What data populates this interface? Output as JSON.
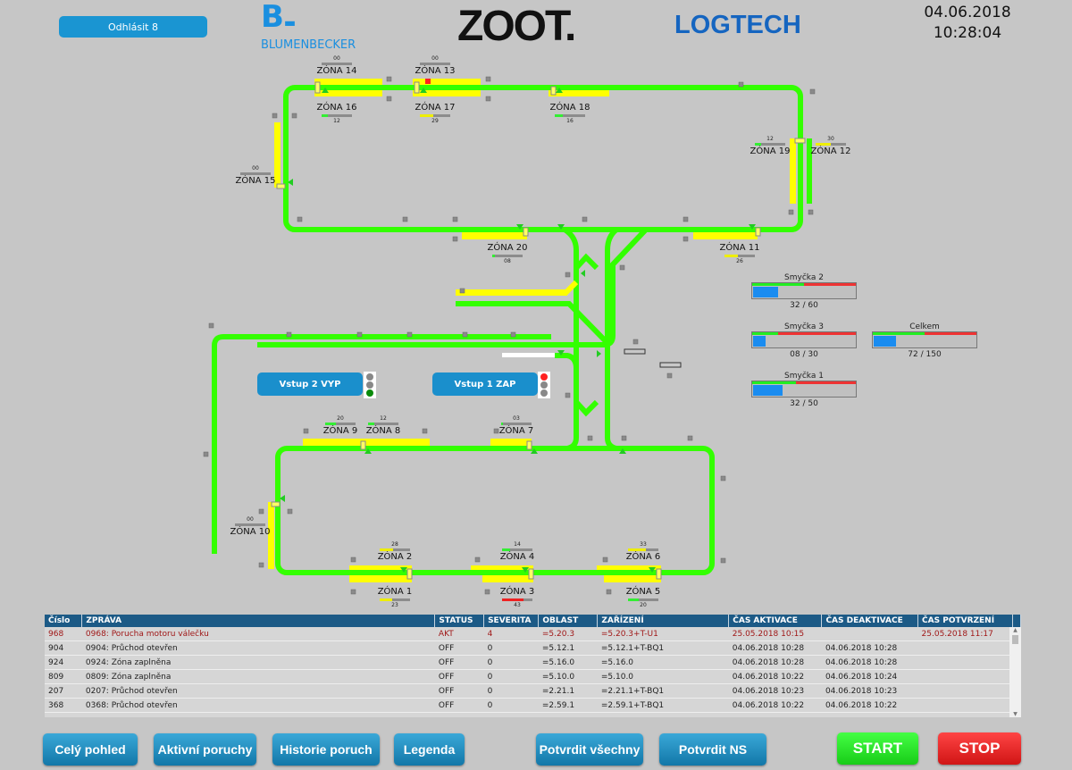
{
  "header": {
    "logout_label": "Odhlásit 8",
    "logos": [
      "BLUMENBECKER",
      "ZOOT.",
      "LOGTECH"
    ],
    "date": "04.06.2018",
    "time": "10:28:04"
  },
  "colors": {
    "track": "#33ff00",
    "zone": "#ffff00",
    "accent": "#1a8fcc",
    "start": "#22dd22",
    "stop": "#e02020"
  },
  "zones": [
    {
      "name": "ZÓNA 14",
      "count": "00",
      "fill": 0,
      "color": "#33ee33"
    },
    {
      "name": "ZÓNA 13",
      "count": "00",
      "fill": 0,
      "color": "#33ee33"
    },
    {
      "name": "ZÓNA 16",
      "count": "12",
      "fill": 0.2,
      "color": "#33ee33"
    },
    {
      "name": "ZÓNA 17",
      "count": "29",
      "fill": 0.45,
      "color": "#eeee00"
    },
    {
      "name": "ZÓNA 18",
      "count": "16",
      "fill": 0.25,
      "color": "#33ee33"
    },
    {
      "name": "ZÓNA 15",
      "count": "00",
      "fill": 0,
      "color": "#33ee33"
    },
    {
      "name": "ZÓNA 19",
      "count": "12",
      "fill": 0.2,
      "color": "#33ee33"
    },
    {
      "name": "ZÓNA 12",
      "count": "30",
      "fill": 0.5,
      "color": "#eeee00"
    },
    {
      "name": "ZÓNA 20",
      "count": "08",
      "fill": 0.1,
      "color": "#33ee33"
    },
    {
      "name": "ZÓNA 11",
      "count": "26",
      "fill": 0.45,
      "color": "#eeee00"
    },
    {
      "name": "ZÓNA 9",
      "count": "20",
      "fill": 0.35,
      "color": "#33ee33"
    },
    {
      "name": "ZÓNA 8",
      "count": "12",
      "fill": 0.2,
      "color": "#33ee33"
    },
    {
      "name": "ZÓNA 7",
      "count": "03",
      "fill": 0.05,
      "color": "#33ee33"
    },
    {
      "name": "ZÓNA 10",
      "count": "00",
      "fill": 0,
      "color": "#33ee33"
    },
    {
      "name": "ZÓNA 2",
      "count": "28",
      "fill": 0.45,
      "color": "#eeee00"
    },
    {
      "name": "ZÓNA 4",
      "count": "14",
      "fill": 0.25,
      "color": "#33ee33"
    },
    {
      "name": "ZÓNA 6",
      "count": "33",
      "fill": 0.6,
      "color": "#eeee00"
    },
    {
      "name": "ZÓNA 1",
      "count": "23",
      "fill": 0.4,
      "color": "#eeee00"
    },
    {
      "name": "ZÓNA 3",
      "count": "43",
      "fill": 0.7,
      "color": "#ee2222"
    },
    {
      "name": "ZÓNA 5",
      "count": "20",
      "fill": 0.35,
      "color": "#33ee33"
    }
  ],
  "inputs": [
    {
      "label": "Vstup 2 VYP",
      "light": "green"
    },
    {
      "label": "Vstup 1 ZAP",
      "light": "red"
    }
  ],
  "loops": [
    {
      "name": "Smyčka 2",
      "text": "32  / 60",
      "value": 32,
      "max": 60,
      "threshold": 0.5
    },
    {
      "name": "Smyčka 3",
      "text": "08  / 30",
      "value": 8,
      "max": 30,
      "threshold": 0.25
    },
    {
      "name": "Smyčka 1",
      "text": "32  / 50",
      "value": 32,
      "max": 50,
      "threshold": 0.42
    },
    {
      "name": "Celkem",
      "text": "72  / 150",
      "value": 72,
      "max": 150,
      "threshold": 0.5
    }
  ],
  "alarms": {
    "columns": [
      "Číslo",
      "ZPRÁVA",
      "STATUS",
      "SEVERITA",
      "OBLAST",
      "ZAŘÍZENÍ",
      "ČAS AKTIVACE",
      "ČAS DEAKTIVACE",
      "ČAS POTVRZENÍ"
    ],
    "rows": [
      [
        "968",
        "0968: Porucha motoru válečku",
        "AKT",
        "4",
        "=5.20.3",
        "=5.20.3+T-U1",
        "25.05.2018 10:15",
        "",
        "25.05.2018 11:17"
      ],
      [
        "904",
        "0904: Průchod otevřen",
        "OFF",
        "0",
        "=5.12.1",
        "=5.12.1+T-BQ1",
        "04.06.2018 10:28",
        "04.06.2018 10:28",
        ""
      ],
      [
        "924",
        "0924: Zóna zaplněna",
        "OFF",
        "0",
        "=5.16.0",
        "=5.16.0",
        "04.06.2018 10:28",
        "04.06.2018 10:28",
        ""
      ],
      [
        "809",
        "0809: Zóna zaplněna",
        "OFF",
        "0",
        "=5.10.0",
        "=5.10.0",
        "04.06.2018 10:22",
        "04.06.2018 10:24",
        ""
      ],
      [
        "207",
        "0207: Průchod otevřen",
        "OFF",
        "0",
        "=2.21.1",
        "=2.21.1+T-BQ1",
        "04.06.2018 10:23",
        "04.06.2018 10:23",
        ""
      ],
      [
        "368",
        "0368: Průchod otevřen",
        "OFF",
        "0",
        "=2.59.1",
        "=2.59.1+T-BQ1",
        "04.06.2018 10:22",
        "04.06.2018 10:22",
        ""
      ]
    ]
  },
  "footer": {
    "buttons": [
      "Celý pohled",
      "Aktivní poruchy",
      "Historie poruch",
      "Legenda",
      "Potvrdit všechny",
      "Potvrdit NS"
    ],
    "start": "START",
    "stop": "STOP"
  }
}
